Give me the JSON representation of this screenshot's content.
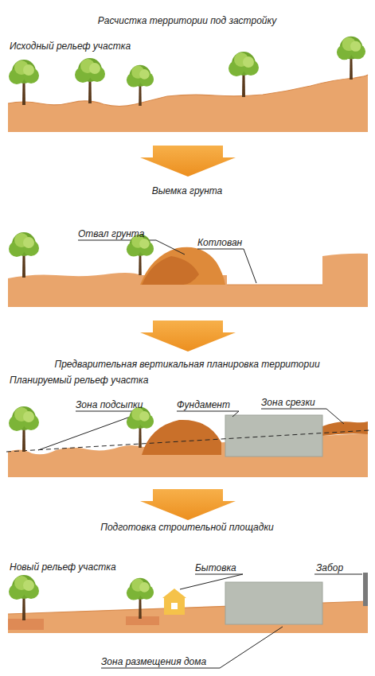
{
  "diagram": {
    "title": "Расчистка территории под застройку",
    "labels": [
      "Исходный рельеф участка",
      "Выемка грунта",
      "Отвал грунта",
      "Котлован",
      "Предварительная вертикальная планировка территории",
      "Планируемый рельеф участка",
      "Зона подсыпки",
      "Фундамент",
      "Зона срезки",
      "Подготовка строительной площадки",
      "Новый рельеф участка",
      "Бытовка",
      "Забор",
      "Зона размещения дома"
    ]
  }
}
